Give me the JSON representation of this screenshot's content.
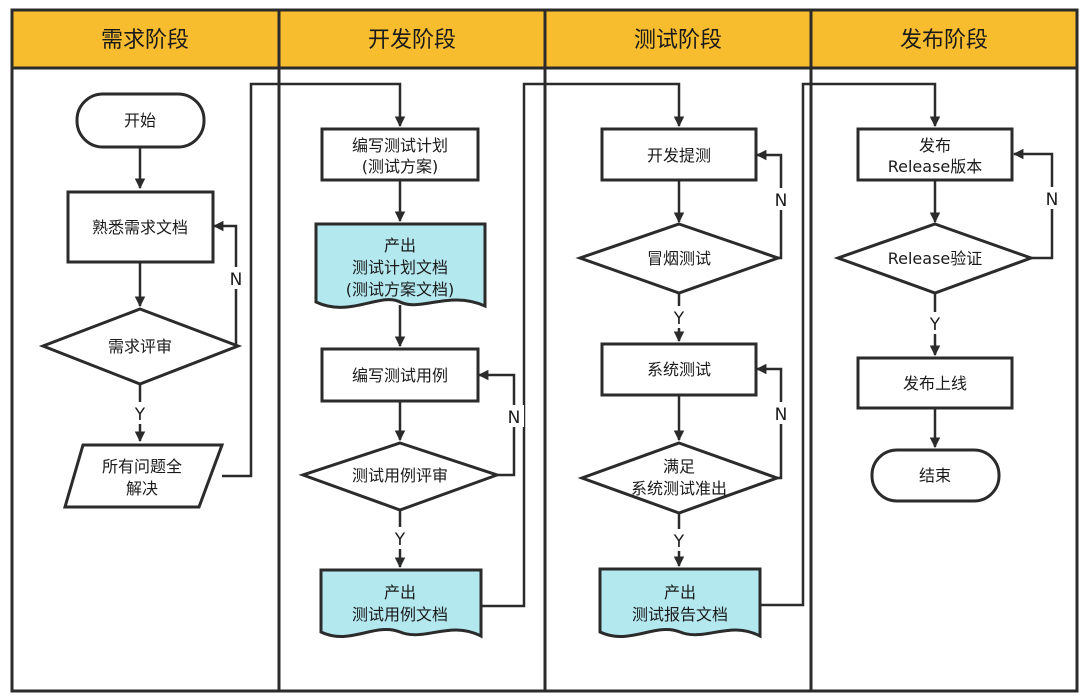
{
  "lanes": {
    "requirements": "需求阶段",
    "development": "开发阶段",
    "testing": "测试阶段",
    "release": "发布阶段"
  },
  "colors": {
    "header": "#f8bc2f",
    "document": "#b3e8ef",
    "stroke": "#2b2b2b"
  },
  "nodes": {
    "start": "开始",
    "familiarize": "熟悉需求文档",
    "req_review": "需求评审",
    "all_solved": [
      "所有问题全",
      "解决"
    ],
    "write_plan": [
      "编写测试计划",
      "(测试方案)"
    ],
    "plan_doc": [
      "产出",
      "测试计划文档",
      "(测试方案文档)"
    ],
    "write_cases": "编写测试用例",
    "case_review": "测试用例评审",
    "case_doc": [
      "产出",
      "测试用例文档"
    ],
    "submit_test": "开发提测",
    "smoke_test": "冒烟测试",
    "system_test": "系统测试",
    "meet_criteria": [
      "满足",
      "系统测试准出"
    ],
    "report_doc": [
      "产出",
      "测试报告文档"
    ],
    "release_version": [
      "发布",
      "Release版本"
    ],
    "release_verify": "Release验证",
    "go_live": "发布上线",
    "end": "结束"
  },
  "edge_labels": {
    "yes": "Y",
    "no": "N"
  }
}
